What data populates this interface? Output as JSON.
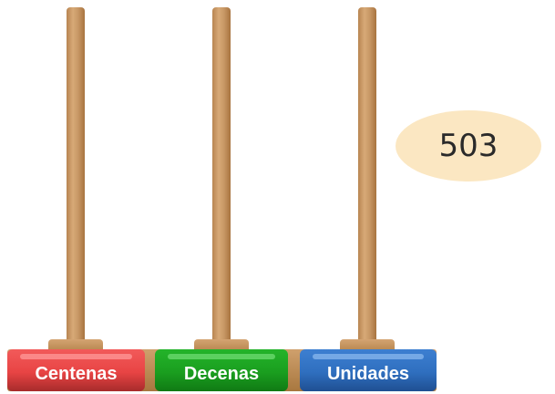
{
  "abacus": {
    "columns": [
      {
        "label": "Centenas",
        "color": "#e84444"
      },
      {
        "label": "Decenas",
        "color": "#1a9e1f"
      },
      {
        "label": "Unidades",
        "color": "#2f6fbf"
      }
    ],
    "rod_color": "#c99965"
  },
  "number_display": {
    "value": "503",
    "bubble_color": "#fbe7c2"
  }
}
